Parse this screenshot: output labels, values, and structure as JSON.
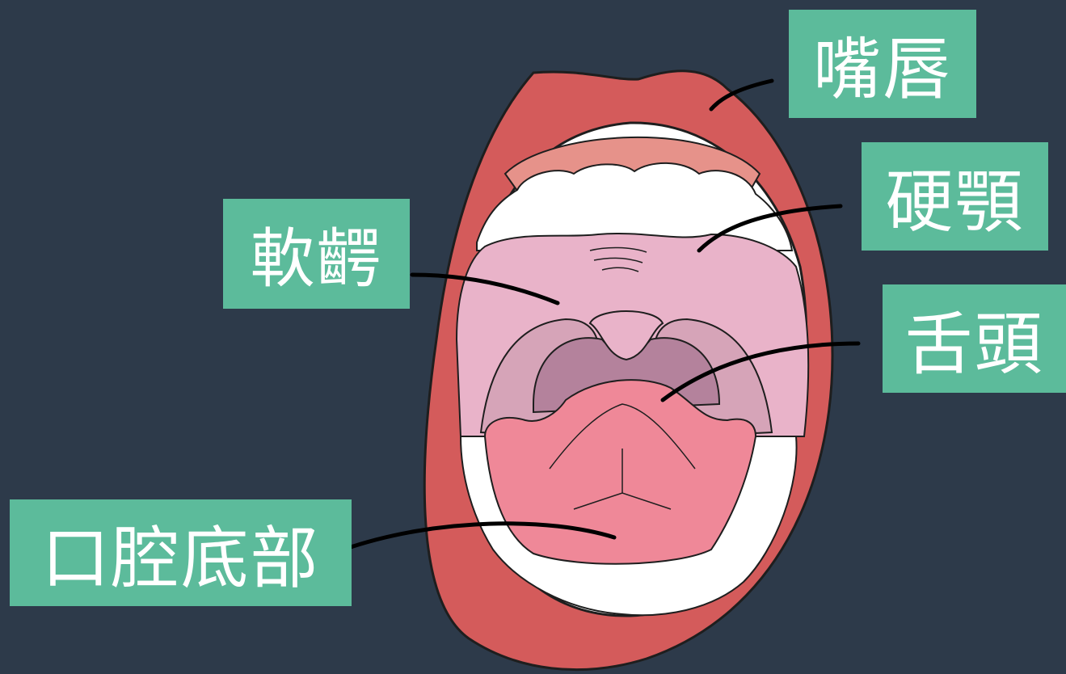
{
  "labels": {
    "lips": "嘴唇",
    "hard_palate": "硬顎",
    "soft_palate": "軟齶",
    "tongue": "舌頭",
    "floor_of_mouth": "口腔底部"
  },
  "colors": {
    "background": "#2d3a4a",
    "label_bg": "#5cbb9b",
    "label_text": "#ffffff",
    "lip": "#d45b5b",
    "gum": "#e6928a",
    "palate": "#e9b3c9",
    "throat": "#d6a4b8",
    "pharynx": "#b4829c",
    "tongue": "#ef8898",
    "teeth": "#ffffff",
    "leader_line": "#000000"
  }
}
